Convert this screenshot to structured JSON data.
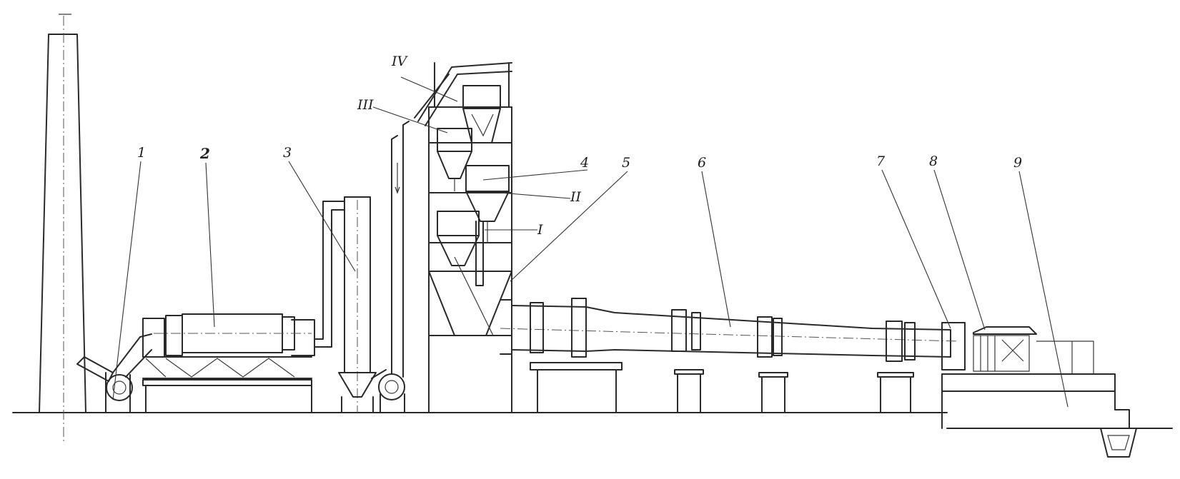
{
  "labels": {
    "n1": "1",
    "n2": "2",
    "n3": "3",
    "n4": "4",
    "n5": "5",
    "n6": "6",
    "n7": "7",
    "n8": "8",
    "n9": "9",
    "stage_i": "I",
    "stage_ii": "II",
    "stage_iii": "III",
    "stage_iv": "IV"
  }
}
